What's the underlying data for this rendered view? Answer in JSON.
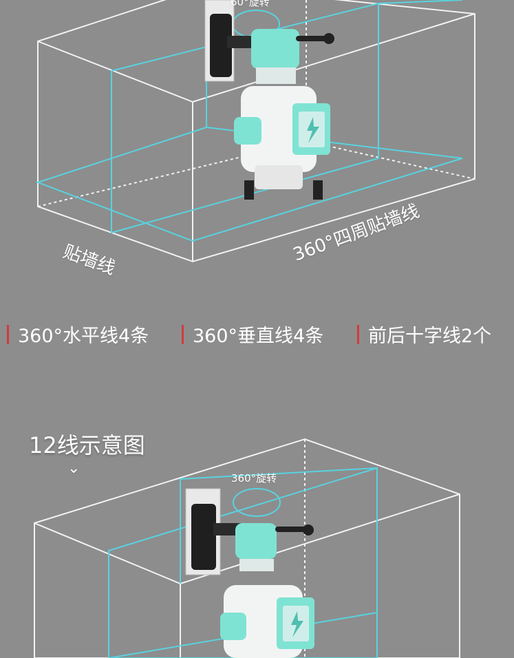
{
  "top_diagram": {
    "rotate_label": "60°旋转",
    "wall_line_label": "贴墙线",
    "surround_label": "360°四周贴墙线"
  },
  "features": [
    {
      "label": "360°水平线4条"
    },
    {
      "label": "360°垂直线4条"
    },
    {
      "label": "前后十字线2个"
    }
  ],
  "bottom_diagram": {
    "title": "12线示意图",
    "rotate_label": "360°旋转"
  },
  "colors": {
    "background": "#8d8d8d",
    "laser": "#58d3e0",
    "accent_bar": "#d43a3a",
    "device_teal": "#7fe3d3"
  }
}
